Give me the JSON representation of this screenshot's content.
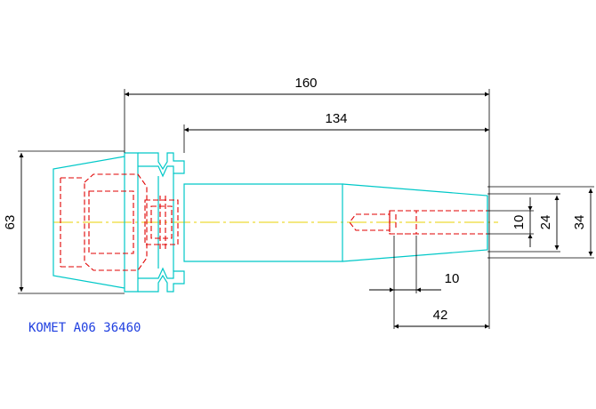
{
  "drawing": {
    "part_number": "KOMET A06 36460",
    "colors": {
      "outline": "#00c8c8",
      "hidden": "#e00000",
      "centerline": "#e8d000",
      "dimension": "#000000",
      "label": "#1f3fe0",
      "background": "#ffffff"
    },
    "dimensions": {
      "overall_length": "160",
      "shank_length": "134",
      "flange_diameter": "63",
      "tip_diameter": "34",
      "bore_diameter": "24",
      "pilot_diameter": "10",
      "counterbore_depth": "10",
      "bore_depth": "42"
    }
  }
}
